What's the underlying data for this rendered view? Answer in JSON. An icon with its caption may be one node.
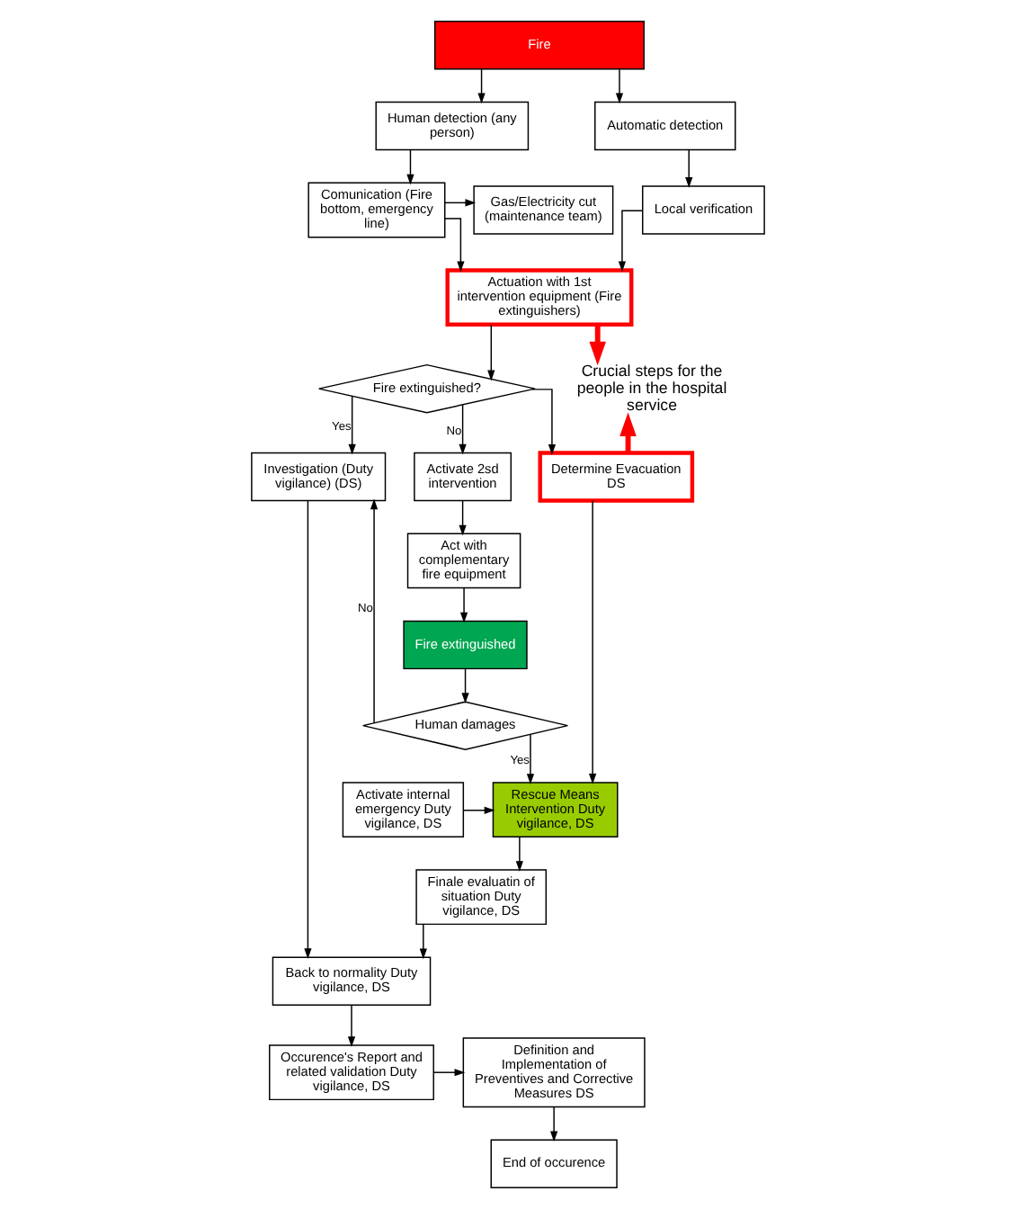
{
  "diagram": {
    "nodes": [
      {
        "text": [
          "Fire"
        ]
      },
      {
        "text": [
          "Human detection (any person)"
        ]
      },
      {
        "text": [
          "Automatic detection"
        ]
      },
      {
        "text": [
          "Comunication (Fire bottom, emergency line)"
        ]
      },
      {
        "text": [
          "Gas/Electricity cut (maintenance team)"
        ]
      },
      {
        "text": [
          "Local verification"
        ]
      },
      {
        "text": [
          "Actuation with 1st intervention equipment (Fire extinguishers)"
        ]
      },
      {
        "text": [
          "Fire extinguished?"
        ]
      },
      {
        "text": [
          "Investigation (Duty vigilance) (DS)"
        ]
      },
      {
        "text": [
          "Activate 2sd intervention"
        ]
      },
      {
        "text": [
          "Determine Evacuation DS"
        ]
      },
      {
        "text": [
          "Act with complementary fire equipment"
        ]
      },
      {
        "text": [
          "Fire extinguished"
        ]
      },
      {
        "text": [
          "Human damages"
        ]
      },
      {
        "text": [
          "Activate internal emergency Duty vigilance, DS"
        ]
      },
      {
        "text": [
          "Rescue Means Intervention Duty vigilance, DS"
        ]
      },
      {
        "text": [
          "Finale evaluatin of situation Duty vigilance, DS"
        ]
      },
      {
        "text": [
          "Back to normality Duty vigilance, DS"
        ]
      },
      {
        "text": [
          "Occurence's Report and related validation Duty vigilance, DS"
        ]
      },
      {
        "text": [
          "Definition and Implementation of Preventives and Corrective Measures DS"
        ]
      },
      {
        "text": [
          "End of occurence"
        ]
      },
      {
        "text": [
          "Crucial steps for the people in the hospital service"
        ]
      }
    ],
    "edges": [
      {
        "from": 0,
        "to": 1,
        "arrow": "to"
      },
      {
        "from": 0,
        "to": 2,
        "arrow": "to"
      },
      {
        "from": 1,
        "to": 3,
        "arrow": "to"
      },
      {
        "from": 3,
        "to": 4,
        "arrow": "to"
      },
      {
        "from": 3,
        "to": 6,
        "arrow": "to"
      },
      {
        "from": 2,
        "to": 5,
        "arrow": "to"
      },
      {
        "from": 5,
        "to": 6,
        "arrow": "to"
      },
      {
        "from": 6,
        "to": 7,
        "arrow": "to"
      },
      {
        "from": 7,
        "to": 8,
        "arrow": "to",
        "label": "Yes"
      },
      {
        "from": 7,
        "to": 9,
        "arrow": "to",
        "label": "No"
      },
      {
        "from": 7,
        "to": 10,
        "arrow": "to"
      },
      {
        "from": 9,
        "to": 11,
        "arrow": "to"
      },
      {
        "from": 11,
        "to": 12,
        "arrow": "to"
      },
      {
        "from": 12,
        "to": 13,
        "arrow": "to"
      },
      {
        "from": 13,
        "to": 8,
        "arrow": "to",
        "label": "No"
      },
      {
        "from": 13,
        "to": 15,
        "arrow": "to",
        "label": "Yes"
      },
      {
        "from": 10,
        "to": 15,
        "arrow": "to"
      },
      {
        "from": 14,
        "to": 15,
        "arrow": "to"
      },
      {
        "from": 15,
        "to": 16,
        "arrow": "to"
      },
      {
        "from": 16,
        "to": 17,
        "arrow": "to"
      },
      {
        "from": 8,
        "to": 17,
        "arrow": "to"
      },
      {
        "from": 17,
        "to": 18,
        "arrow": "to"
      },
      {
        "from": 18,
        "to": 19,
        "arrow": "to"
      },
      {
        "from": 19,
        "to": 20,
        "arrow": "to"
      },
      {
        "from": 6,
        "to": 21,
        "arrow": "to",
        "style": "thick",
        "color": "#ff0000"
      },
      {
        "from": 10,
        "to": 21,
        "arrow": "to",
        "style": "thick",
        "color": "#ff0000"
      }
    ]
  }
}
